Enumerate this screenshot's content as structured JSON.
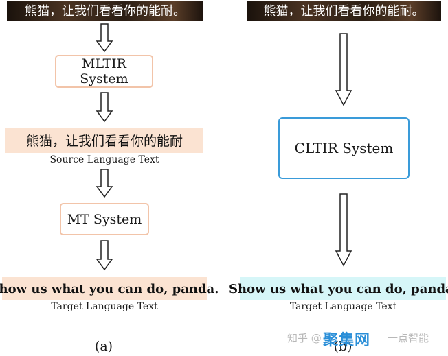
{
  "left": {
    "banner_text": "熊猫，让我们看看你的能耐。",
    "mltir_label": "MLTIR System",
    "source_text": "熊猫，让我们看看你的能耐",
    "source_caption": "Source Language Text",
    "mt_label": "MT System",
    "target_text": "Show us what you can do, panda.",
    "target_caption": "Target Language Text",
    "panel_label": "(a)"
  },
  "right": {
    "banner_text": "熊猫，让我们看看你的能耐。",
    "cltir_label": "CLTIR System",
    "target_text": "Show us what you can do, panda.",
    "target_caption": "Target Language Text",
    "panel_label": "(b)"
  },
  "watermark": {
    "zhihu_text": "知乎 @",
    "brand_text": "聚集网",
    "suffix_text": "一点智能"
  },
  "colors": {
    "orange_border": "#f2c4a9",
    "orange_fill": "#fbe3d2",
    "blue_border": "#3a9bd9",
    "cyan_fill": "#d6f6f8"
  }
}
